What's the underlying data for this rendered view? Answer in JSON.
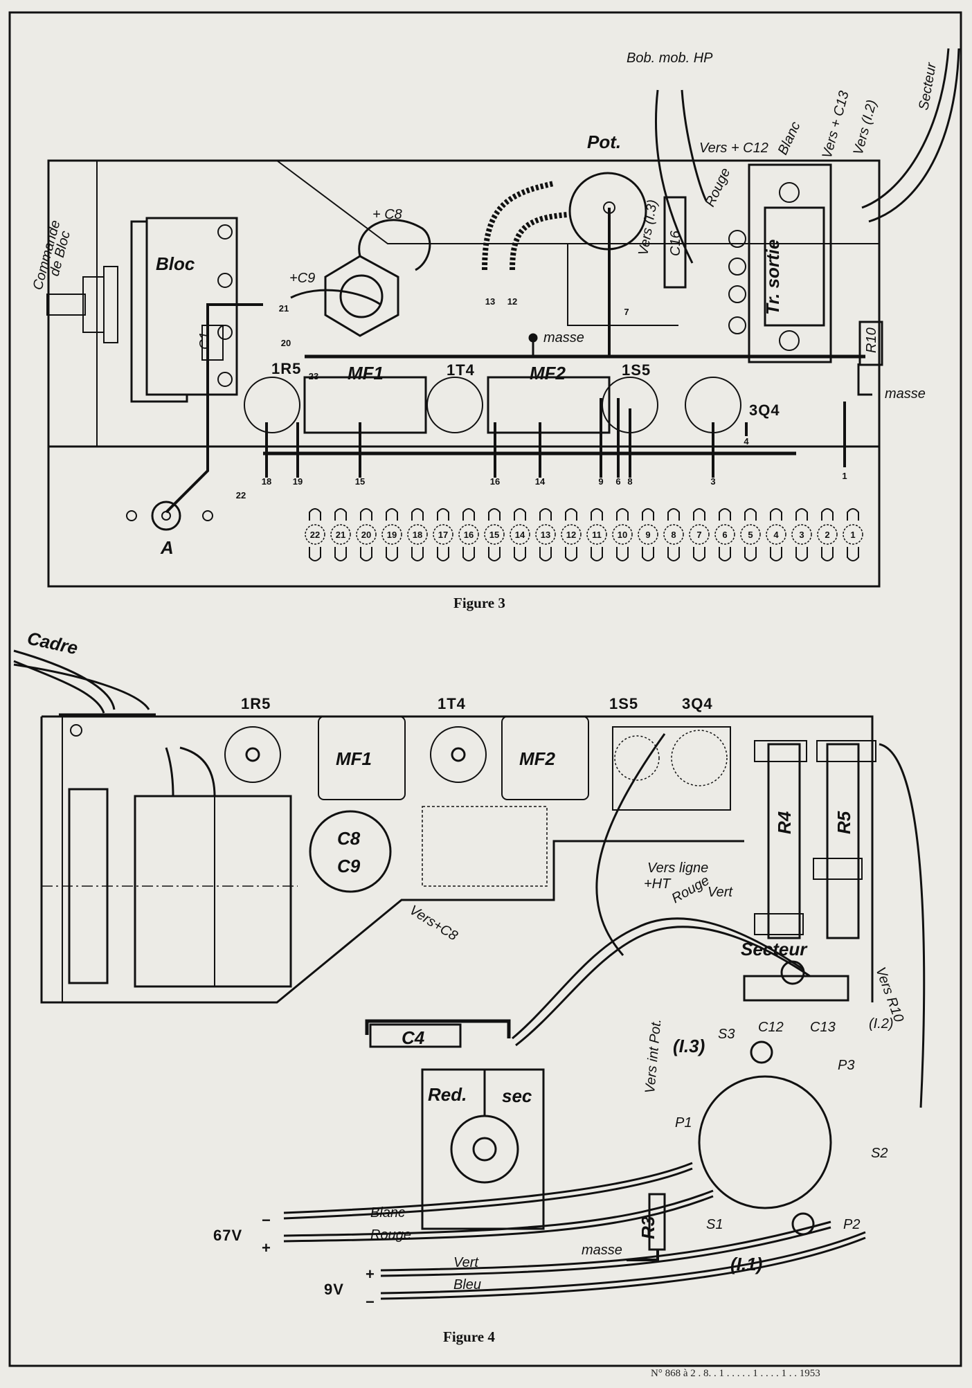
{
  "figure3": {
    "caption": "Figure 3",
    "labels": {
      "commande": "Commande",
      "de_bloc": "de Bloc",
      "bloc": "Bloc",
      "c1": "C1",
      "a": "A",
      "c8": "+ C8",
      "c9": "+C9",
      "pot": "Pot.",
      "bob_mob_hp": "Bob. mob. HP",
      "secteur": "Secteur",
      "vers_c12": "Vers + C12",
      "rouge": "Rouge",
      "blanc": "Blanc",
      "vers_c13": "Vers + C13",
      "vers_i2": "Vers (I.2)",
      "vers_i3": "Vers (I.3)",
      "c16": "C16",
      "tr_sortie": "Tr. sortie",
      "masse": "masse",
      "masse2": "masse",
      "r10": "R10",
      "mf1": "MF1",
      "mf2": "MF2",
      "t1r5": "1R5",
      "t1t4": "1T4",
      "t1s5": "1S5",
      "t3q4": "3Q4"
    },
    "pin_labels": [
      "13",
      "12",
      "7",
      "21",
      "20",
      "23",
      "18",
      "19",
      "15",
      "16",
      "14",
      "9",
      "6",
      "8",
      "3",
      "4",
      "1",
      "22"
    ],
    "terminals": [
      "22",
      "21",
      "20",
      "19",
      "18",
      "17",
      "16",
      "15",
      "14",
      "13",
      "12",
      "11",
      "10",
      "9",
      "8",
      "7",
      "6",
      "5",
      "4",
      "3",
      "2",
      "1"
    ]
  },
  "figure4": {
    "caption": "Figure 4",
    "labels": {
      "cadre": "Cadre",
      "t1r5": "1R5",
      "t1t4": "1T4",
      "t1s5": "1S5",
      "t3q4": "3Q4",
      "mf1": "MF1",
      "mf2": "MF2",
      "c8": "C8",
      "c9": "C9",
      "r4": "R4",
      "r5": "R5",
      "vers_ligne": "Vers ligne",
      "ht": "+HT",
      "rouge": "Rouge",
      "vert": "Vert",
      "secteur": "Secteur",
      "vers_r10": "Vers R10",
      "vers_c8": "Vers+C8",
      "c4": "C4",
      "red": "Red.",
      "sec": "sec",
      "c12": "C12",
      "c13": "C13",
      "i2": "(I.2)",
      "i3": "(I.3)",
      "i1": "(I.1)",
      "vers_int_pot": "Vers int Pot.",
      "s3": "S3",
      "p3": "P3",
      "s2": "S2",
      "p1": "P1",
      "s1": "S1",
      "p2": "P2",
      "r3": "R3",
      "masse": "masse",
      "v67": "67V",
      "minus1": "−",
      "plus1": "+",
      "blanc": "Blanc",
      "rouge2": "Rouge",
      "v9": "9V",
      "plus2": "+",
      "minus2": "−",
      "vert2": "Vert",
      "bleu": "Bleu"
    }
  },
  "footer": "N° 868 à 2 . 8. . 1 . . . . . 1 . . . . 1 . . 1953"
}
